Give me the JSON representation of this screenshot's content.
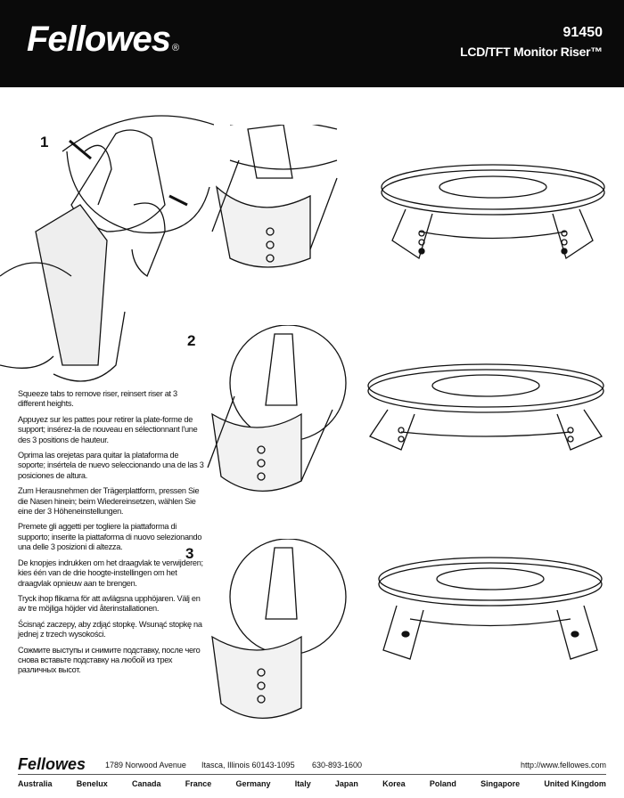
{
  "header": {
    "brand": "Fellowes",
    "registered": "®",
    "model": "91450",
    "product": "LCD/TFT Monitor Riser™"
  },
  "steps": [
    "1",
    "2",
    "3"
  ],
  "instructions": [
    "Squeeze tabs to remove riser, reinsert riser at 3 different heights.",
    "Appuyez sur les pattes pour retirer la plate-forme de support; insérez-la de nouveau en sélectionnant l'une des 3 positions de hauteur.",
    "Oprima las orejetas para quitar la plataforma de soporte; insértela de nuevo seleccionando una de las 3 posiciones de altura.",
    "Zum Herausnehmen der Trägerplattform, pressen Sie die Nasen hinein; beim Wiedereinsetzen, wählen Sie eine der 3 Höheneinstellungen.",
    "Premete gli aggetti per togliere la piattaforma di supporto; inserite la piattaforma di nuovo selezionando una delle 3 posizioni di altezza.",
    "De knopjes indrukken om het draagvlak te verwijderen; kies één van de drie hoogte-instellingen om het draagvlak opnieuw aan te brengen.",
    "Tryck ihop flikarna för att avlägsna upphöjaren. Välj en av tre möjliga höjder vid återinstallationen.",
    "Ścisnąć zaczepy, aby zdjąć stopkę. Wsunąć stopkę na jednej z trzech wysokości.",
    "Сожмите выступы и снимите подставку, после чего снова вставьте подставку на любой из трех различных высот."
  ],
  "footer": {
    "brand": "Fellowes",
    "address": "1789 Norwood Avenue",
    "city": "Itasca, Illinois 60143-1095",
    "phone": "630-893-1600",
    "url": "http://www.fellowes.com",
    "countries": [
      "Australia",
      "Benelux",
      "Canada",
      "France",
      "Germany",
      "Italy",
      "Japan",
      "Korea",
      "Poland",
      "Singapore",
      "United Kingdom"
    ]
  }
}
